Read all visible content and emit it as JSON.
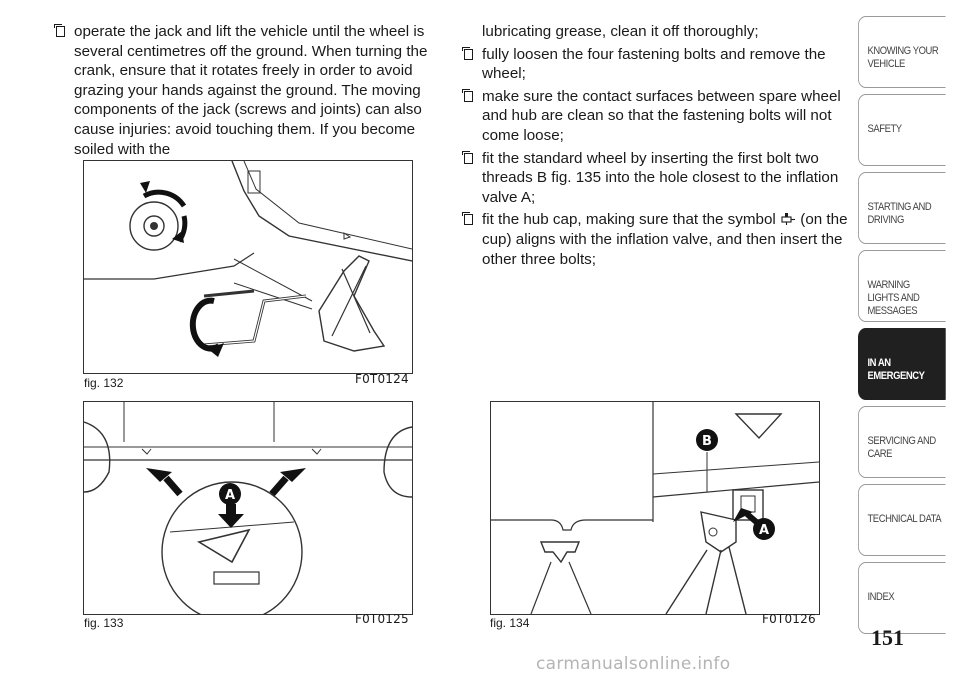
{
  "left_column": [
    {
      "text": "operate the jack and lift the vehicle until the wheel is several centimetres off the ground. When turning the crank, ensure that it rotates freely in order to avoid grazing your hands against the ground. The moving components of the jack (screws and joints) can also cause injuries: avoid touching them. If you become soiled with the"
    }
  ],
  "right_column": {
    "continuation": "lubricating grease, clean it off thoroughly;",
    "bullets": [
      {
        "text": "fully loosen the four fastening bolts and remove the wheel;"
      },
      {
        "text": "make sure the contact surfaces between spare wheel and hub are clean so that the fastening bolts will not come loose;"
      },
      {
        "text": "fit the standard wheel by inserting the first bolt two threads B fig. 135 into the hole closest to the inflation valve A;"
      },
      {
        "text_before": "fit the hub cap, making sure that the symbol",
        "text_after": "(on the cup) aligns with the inflation valve, and then insert the other three bolts;",
        "symbol_icon": "inflation-valve-icon"
      }
    ]
  },
  "figures": [
    {
      "label": "fig. 132",
      "code": "F0T0124"
    },
    {
      "label": "fig. 133",
      "code": "F0T0125",
      "callout": "A"
    },
    {
      "label": "fig. 134",
      "code": "F0T0126",
      "callouts": [
        "B",
        "A"
      ]
    }
  ],
  "sidebar": {
    "tabs": [
      {
        "label": "KNOWING YOUR VEHICLE",
        "active": false
      },
      {
        "label": "SAFETY",
        "active": false
      },
      {
        "label": "STARTING AND DRIVING",
        "active": false
      },
      {
        "label": "WARNING LIGHTS AND MESSAGES",
        "active": false
      },
      {
        "label": "IN AN EMERGENCY",
        "active": true
      },
      {
        "label": "SERVICING AND CARE",
        "active": false
      },
      {
        "label": "TECHNICAL DATA",
        "active": false
      },
      {
        "label": "INDEX",
        "active": false
      }
    ]
  },
  "page_number": "151",
  "watermark": "carmanualsonline.info",
  "colors": {
    "active_tab": "#202020",
    "text": "#1a1a1a",
    "tab_border": "#9a9a9a"
  }
}
